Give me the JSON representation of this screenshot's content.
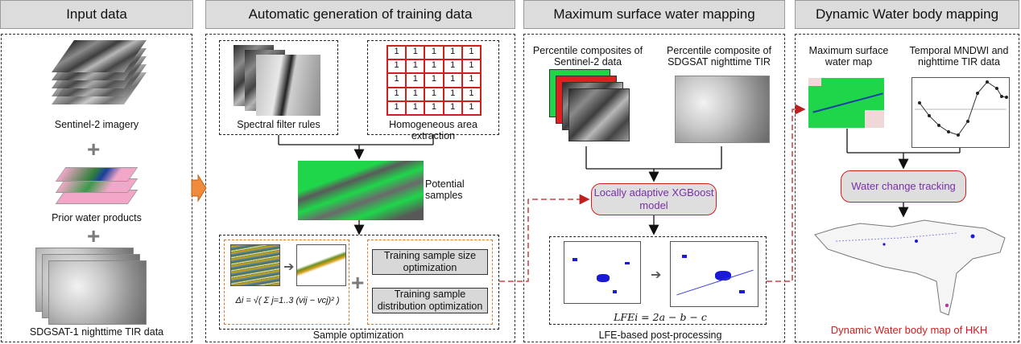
{
  "headers": {
    "input": "Input data",
    "auto": "Automatic generation of training data",
    "max": "Maximum surface water mapping",
    "dyn": "Dynamic Water body mapping"
  },
  "input_panel": {
    "sentinel_label": "Sentinel-2 imagery",
    "prior_label": "Prior water products",
    "sdgsat_label": "SDGSAT-1 nighttime TIR data"
  },
  "auto_panel": {
    "spectral_label": "Spectral filter rules",
    "homog_label": "Homogeneous area extraction",
    "grid_value": "1",
    "potential_label": "Potential samples",
    "size_opt": "Training sample size optimization",
    "dist_opt": "Training sample distribution optimization",
    "formula": "Δi = √( Σ j=1..3 (vij − vcj)² )",
    "sample_opt_label": "Sample optimization"
  },
  "max_panel": {
    "percentile_s2": "Percentile composites of Sentinel-2 data",
    "percentile_tir": "Percentile composite of SDGSAT nighttime TIR",
    "xgboost": "Locally adaptive XGBoost model",
    "lfe_formula": "LFEi = 2a − b − c",
    "lfe_label": "LFE-based post-processing"
  },
  "dyn_panel": {
    "max_map_label": "Maximum surface water map",
    "temporal_label": "Temporal MNDWI and nighttime TIR data",
    "tracking": "Water change tracking",
    "map_title": "Dynamic Water body map of HKH"
  },
  "colors": {
    "header_bg": "#dcdcdc",
    "water_green": "#1fd64a",
    "arrow_orange": "#f08a3c",
    "red_border": "#cf1f1f",
    "purple_text": "#7a2fa8",
    "map_title_red": "#cc1f1f"
  }
}
